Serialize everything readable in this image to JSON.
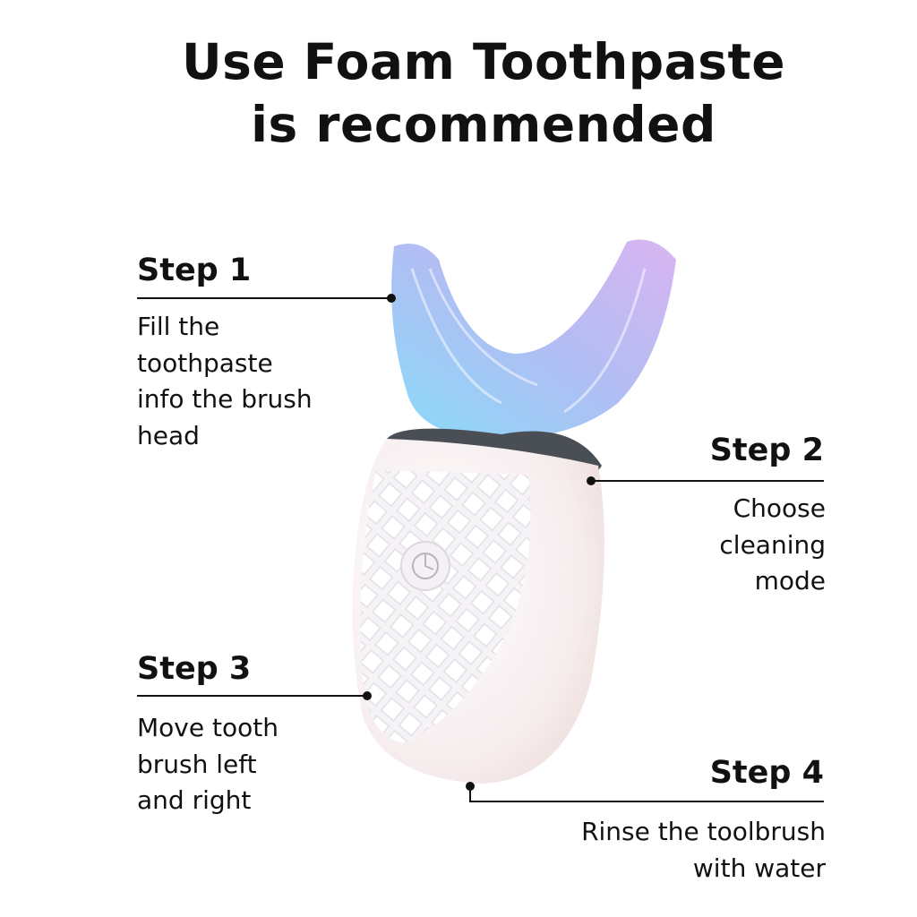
{
  "title": {
    "line1": "Use Foam Toothpaste",
    "line2": "is recommended"
  },
  "steps": [
    {
      "heading": "Step 1",
      "text": "Fill the\ntoothpaste\ninfo the brush\nhead"
    },
    {
      "heading": "Step 2",
      "text": "Choose\ncleaning\nmode"
    },
    {
      "heading": "Step 3",
      "text": "Move tooth\nbrush left\nand right"
    },
    {
      "heading": "Step 4",
      "text": "Rinse the toolbrush\nwith water"
    }
  ],
  "colors": {
    "text": "#111111",
    "bristle_blue": "#8fd0f5",
    "bristle_purple": "#c6a8f0",
    "body": "#f7eeee",
    "ring": "#4a4f55"
  }
}
